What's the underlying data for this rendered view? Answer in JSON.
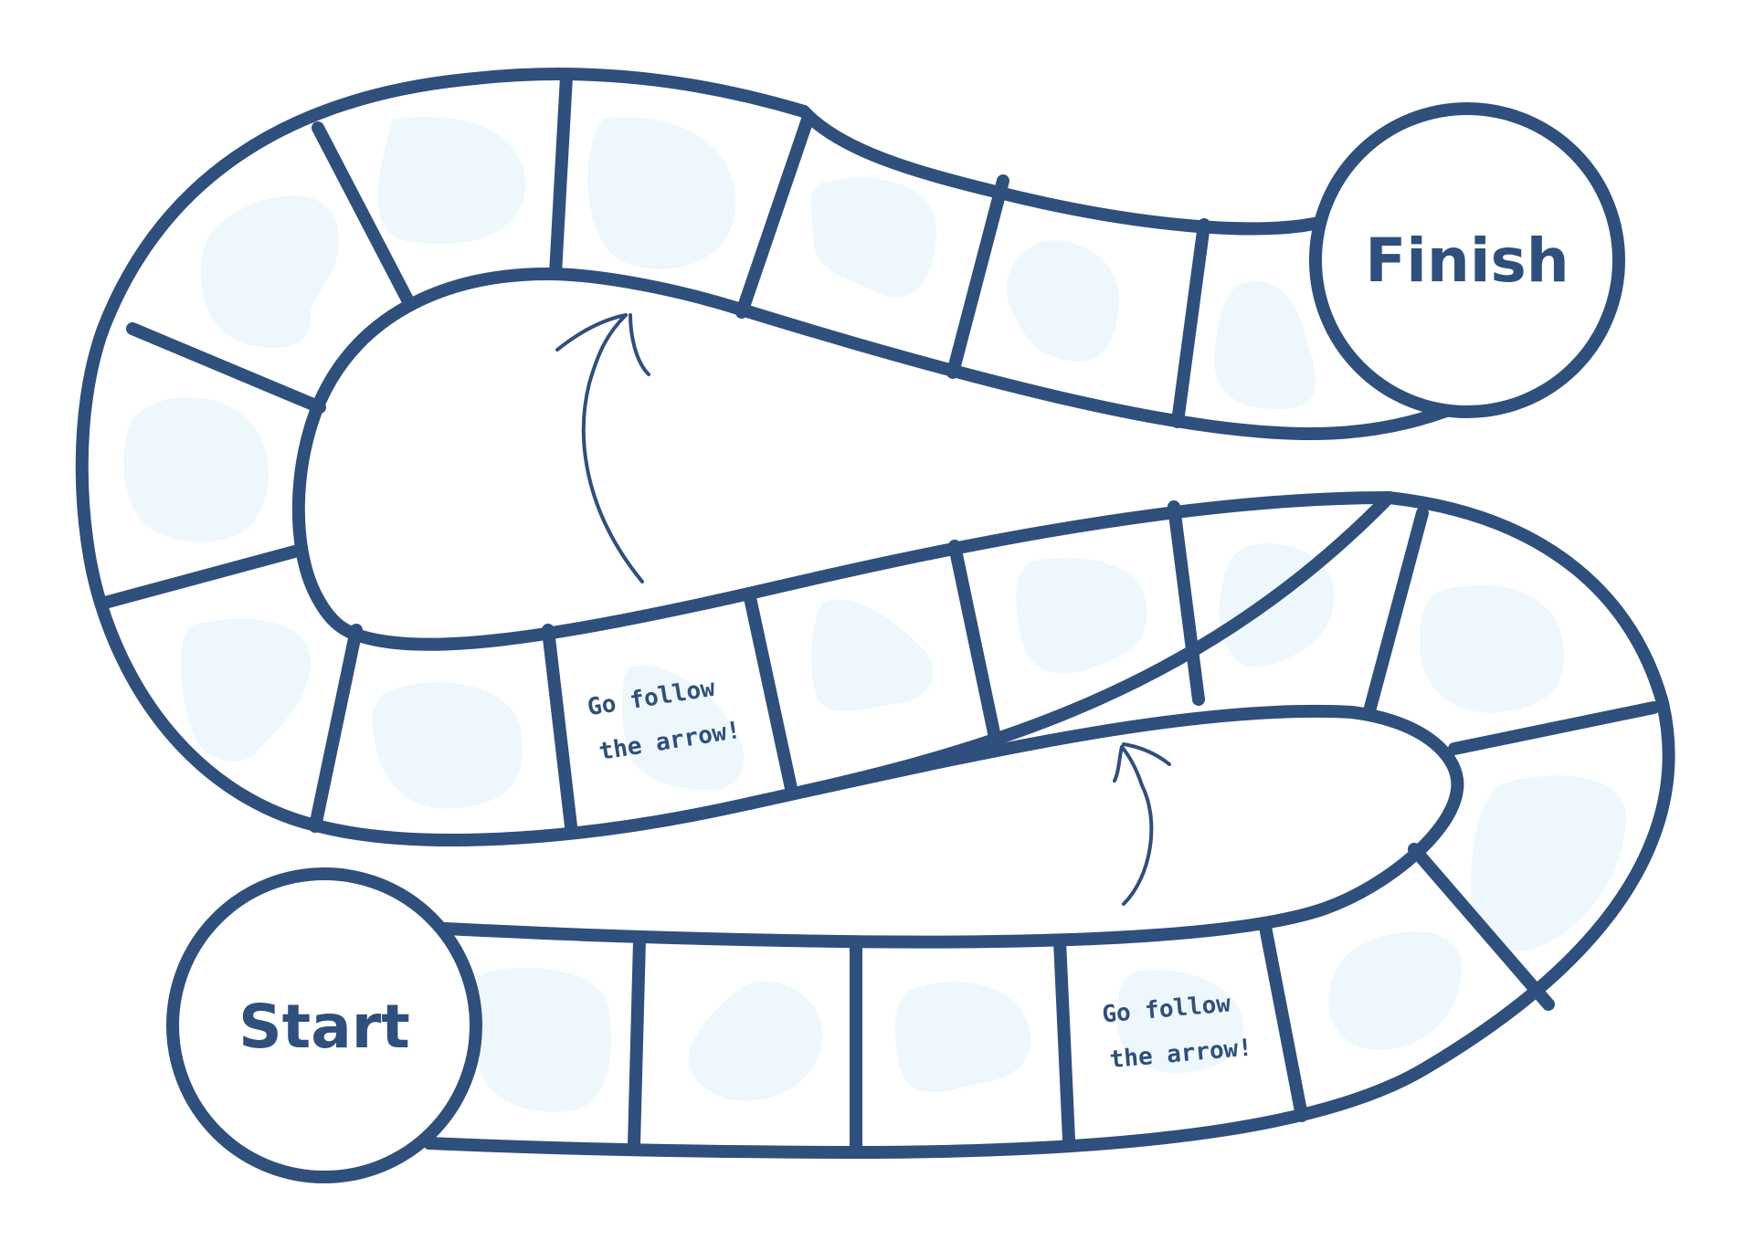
{
  "board": {
    "start_label": "Start",
    "finish_label": "Finish",
    "note_upper_line1": "Go follow",
    "note_upper_line2": "the arrow!",
    "note_lower_line1": "Go follow",
    "note_lower_line2": "the arrow!"
  },
  "colors": {
    "outline": "#2f4f7c",
    "blob_fill": "#eef8fc",
    "background": "#ffffff"
  }
}
